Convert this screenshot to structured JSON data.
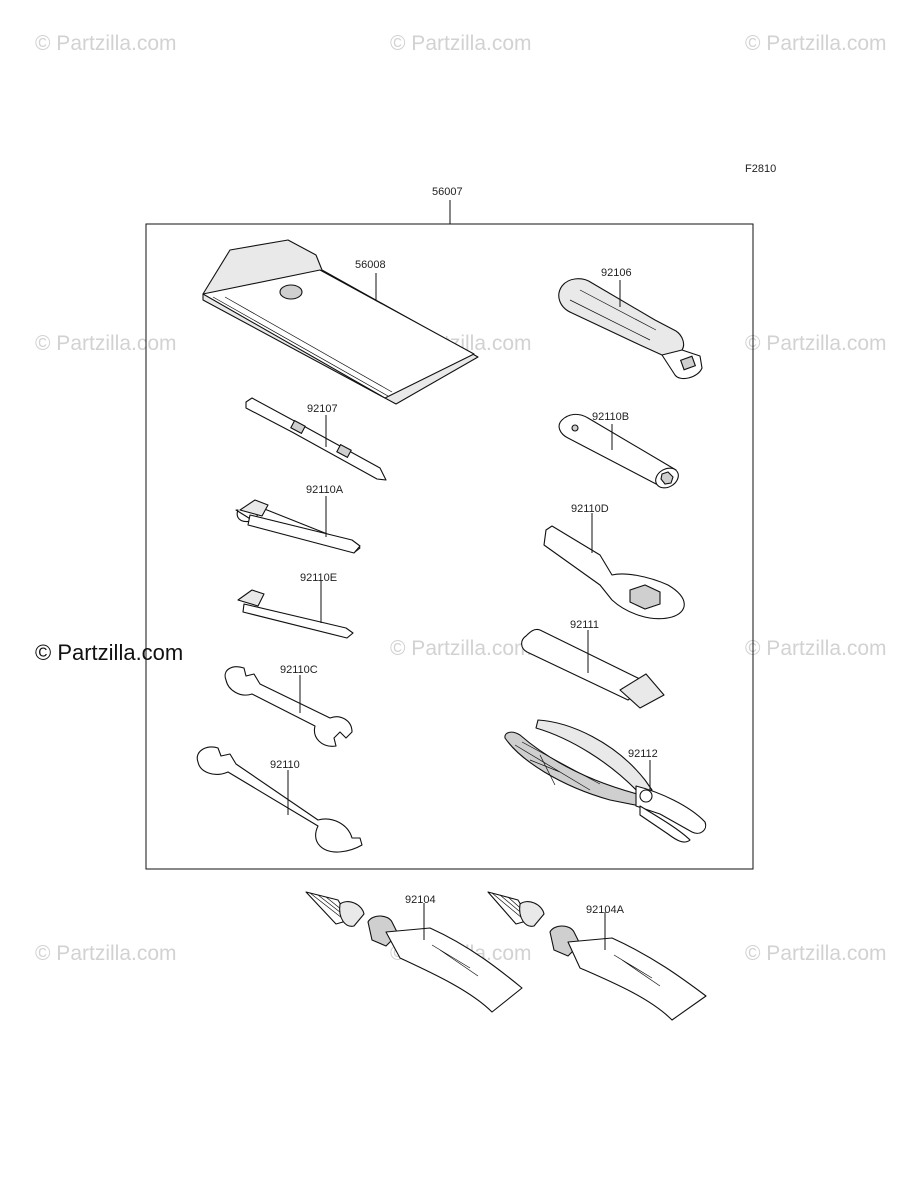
{
  "figure_code": "F2810",
  "watermark_text": "© Partzilla.com",
  "kit_label": "56007",
  "parts": [
    {
      "id": "56008"
    },
    {
      "id": "92106"
    },
    {
      "id": "92107"
    },
    {
      "id": "92110B"
    },
    {
      "id": "92110A"
    },
    {
      "id": "92110D"
    },
    {
      "id": "92110E"
    },
    {
      "id": "92111"
    },
    {
      "id": "92110C"
    },
    {
      "id": "92112"
    },
    {
      "id": "92110"
    },
    {
      "id": "92104"
    },
    {
      "id": "92104A"
    }
  ]
}
